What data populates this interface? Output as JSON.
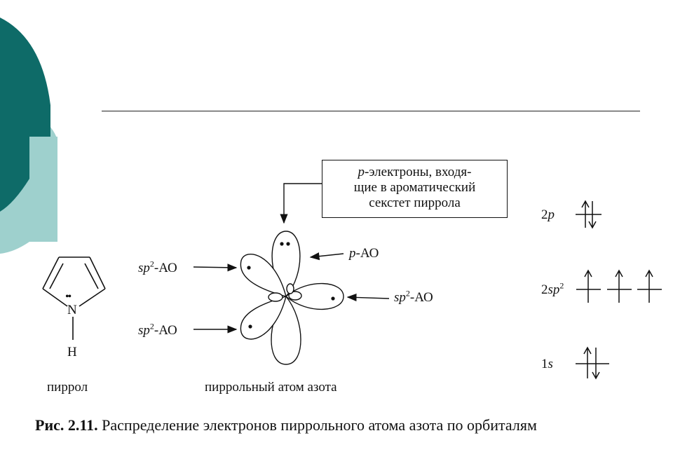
{
  "molecule": {
    "atom_n": "N",
    "atom_h": "H",
    "lone_pair": "••",
    "name": "пиррол"
  },
  "orbital": {
    "callout_lines": [
      "p-электроны, входя-",
      "щие в ароматический",
      "секстет пиррола"
    ],
    "label_p_ao_sym": "p",
    "label_p_ao_rest": "-АО",
    "label_sp2_sym": "sp",
    "label_sp2_sup": "2",
    "label_sp2_rest": "-АО",
    "caption": "пиррольный атом азота"
  },
  "levels": {
    "l2p": {
      "num": "2",
      "sym": "p"
    },
    "l2sp2": {
      "num": "2",
      "sym": "sp",
      "sup": "2"
    },
    "l1s": {
      "num": "1",
      "sym": "s"
    }
  },
  "figure_caption": {
    "number": "Рис. 2.11.",
    "text": " Распределение электронов пиррольного атома азота по орбиталям"
  },
  "colors": {
    "teal_dark": "#0e6b68",
    "teal_light": "#9ed0cd",
    "line": "#111111"
  }
}
